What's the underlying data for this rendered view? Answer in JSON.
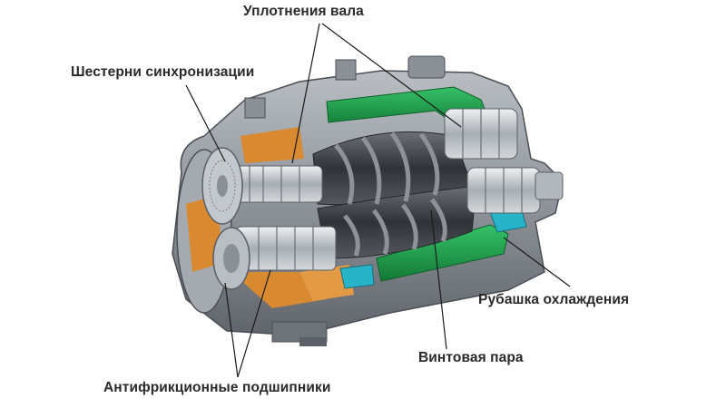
{
  "labels": {
    "shaft_seals": "Уплотнения вала",
    "timing_gears": "Шестерни синхронизации",
    "cooling_jacket": "Рубашка охлаждения",
    "screw_pair": "Винтовая пара",
    "antifriction_bearings": "Антифрикционные подшипники"
  },
  "colors": {
    "housing": "#9aa0a6",
    "housing_dark": "#5f656b",
    "cooling_green": "#1f9a4a",
    "cooling_cyan": "#27b3c8",
    "orange_section": "#d9892f",
    "rotor": "#3e4348",
    "steel": "#c9ced3"
  }
}
